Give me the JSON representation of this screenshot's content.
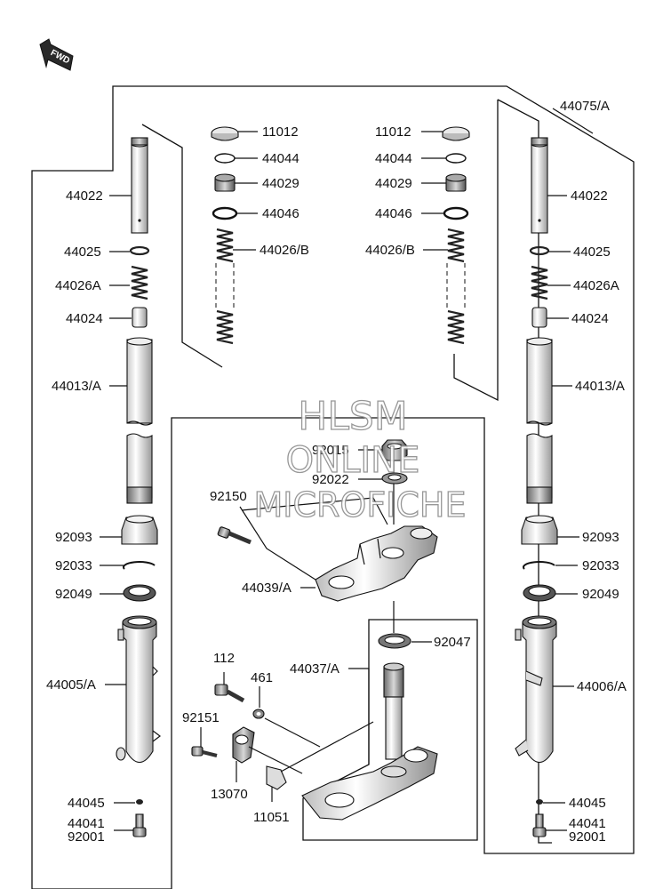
{
  "fwd_label": "FWD",
  "watermark": {
    "line1": "HLSM",
    "line2": "ONLINE",
    "line3": "MICROFICHE"
  },
  "labels": {
    "l44075A": "44075/A",
    "c11012": "11012",
    "c44044": "44044",
    "c44029": "44029",
    "c44046": "44046",
    "c44026B": "44026/B",
    "r11012": "11012",
    "r44044": "44044",
    "r44029": "44029",
    "r44046": "44046",
    "r44026B": "44026/B",
    "l44022": "44022",
    "l44025": "44025",
    "l44026A": "44026A",
    "l44024": "44024",
    "l44013A": "44013/A",
    "l92093": "92093",
    "l92033": "92033",
    "l92049": "92049",
    "l44005A": "44005/A",
    "l44045": "44045",
    "l44041": "44041",
    "l92001": "92001",
    "r44022": "44022",
    "r44025": "44025",
    "r44026A": "44026A",
    "r44024": "44024",
    "r44013A": "44013/A",
    "r92093": "92093",
    "r92033": "92033",
    "r92049": "92049",
    "r44006A": "44006/A",
    "r44045": "44045",
    "r44041": "44041",
    "r92001": "92001",
    "l92015": "92015",
    "l92022": "92022",
    "l92150": "92150",
    "l44039A": "44039/A",
    "l92047": "92047",
    "l44037A": "44037/A",
    "l112": "112",
    "l461": "461",
    "l92151": "92151",
    "l13070": "13070",
    "l11051": "11051"
  }
}
